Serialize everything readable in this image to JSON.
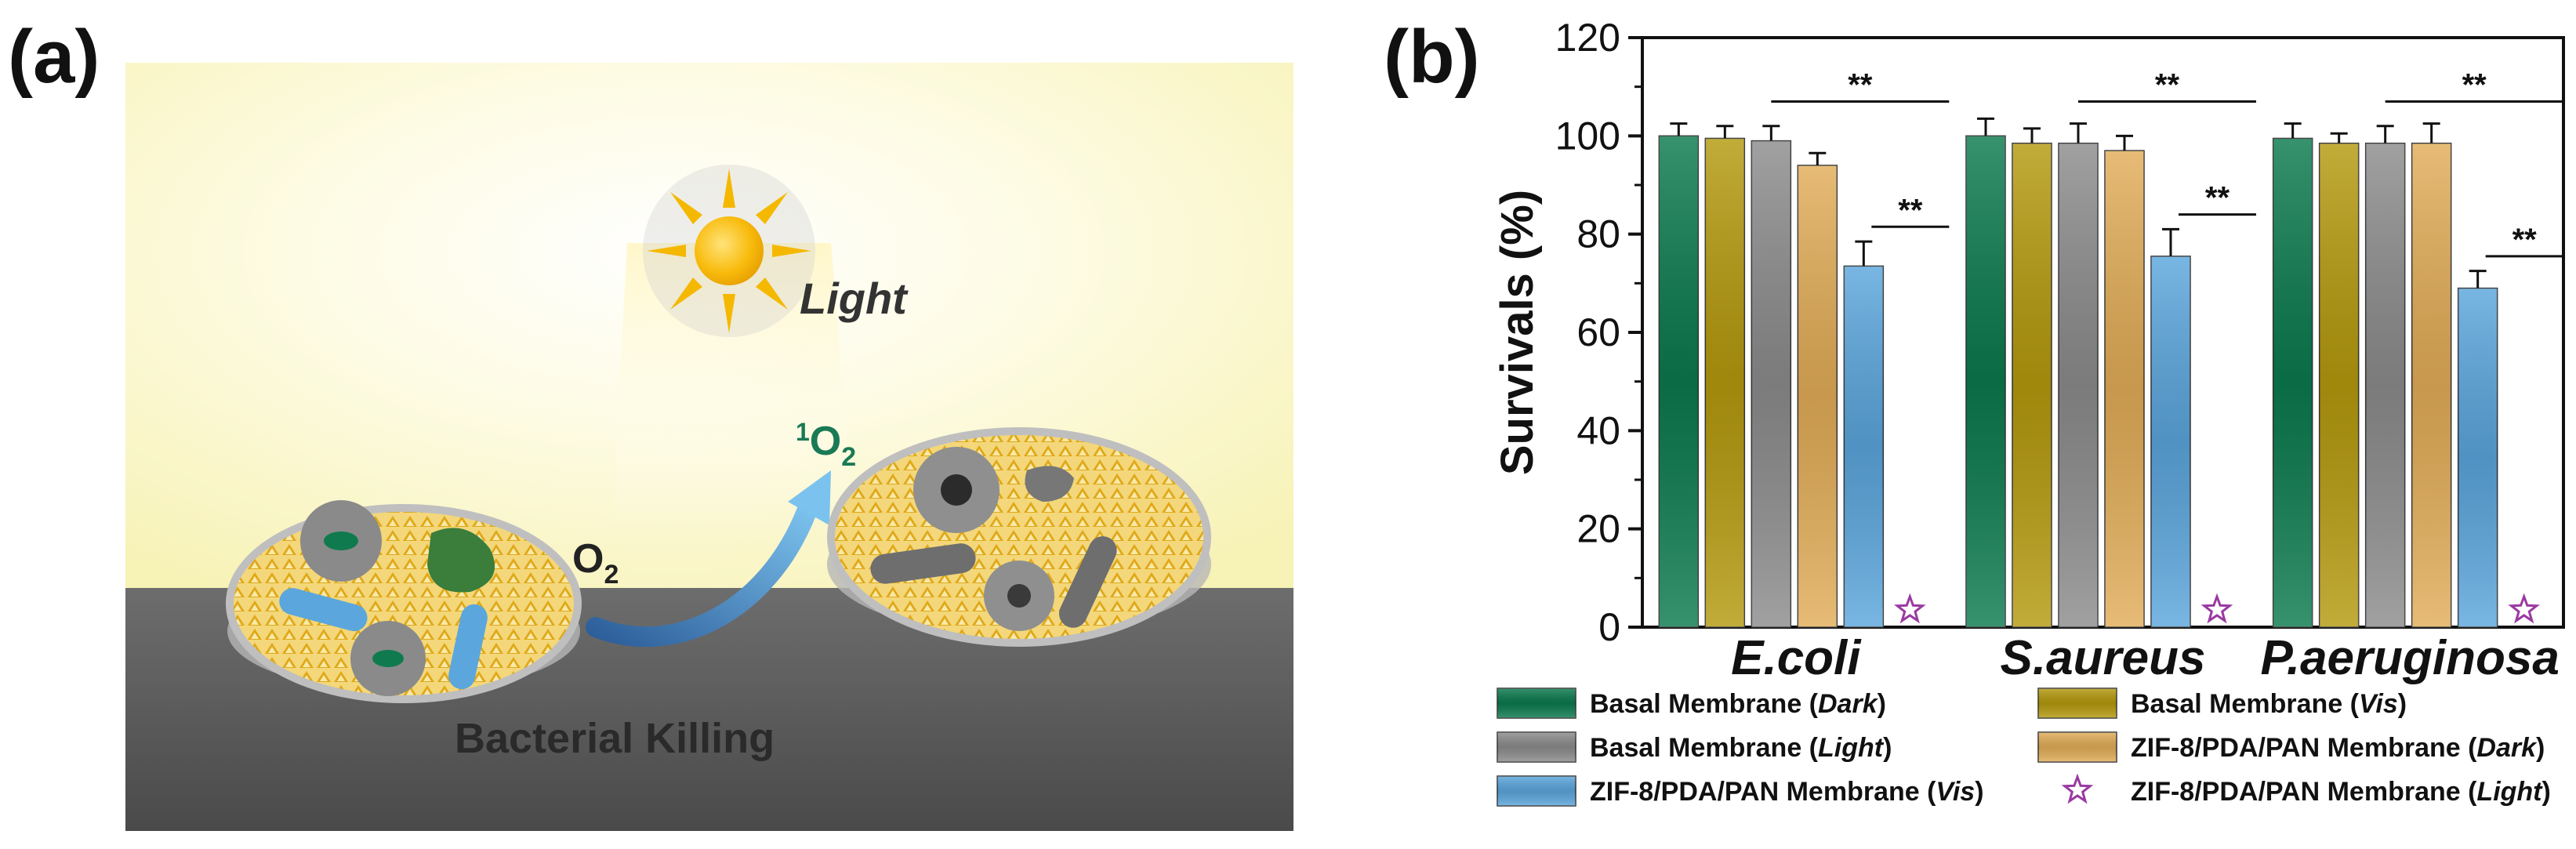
{
  "panel_a": {
    "label": "(a)",
    "light_text": "Light",
    "o2_main": "O",
    "o2_sub": "2",
    "singlet_sup": "1",
    "singlet_main": "O",
    "singlet_sub": "2",
    "caption": "Bacterial Killing",
    "colors": {
      "sky": "#fbf8cf",
      "floor": "#5a5a5a",
      "sun": "#f5b800",
      "membrane": "#e8b830",
      "arrow": "#3b78b5"
    }
  },
  "panel_b": {
    "label": "(b)",
    "significance": "**"
  },
  "chart_data": {
    "type": "bar",
    "ylabel": "Survivals (%)",
    "xlabel": "",
    "ylim": [
      0,
      120
    ],
    "yticks": [
      0,
      20,
      40,
      60,
      80,
      100,
      120
    ],
    "categories": [
      "E.coli",
      "S.aureus",
      "P.aeruginosa"
    ],
    "series": [
      {
        "name": "Basal Membrane (",
        "name_italic": "Dark",
        "name_end": ")",
        "color": "#0b7a4e",
        "values": [
          100,
          100,
          99.5
        ],
        "errors": [
          2.5,
          3.5,
          3
        ]
      },
      {
        "name": "Basal Membrane (",
        "name_italic": "Vis",
        "name_end": ")",
        "color": "#b59a0e",
        "values": [
          99.5,
          98.5,
          98.5
        ],
        "errors": [
          2.5,
          3,
          2
        ]
      },
      {
        "name": "Basal Membrane (",
        "name_italic": "Light",
        "name_end": ")",
        "color": "#8c8c8c",
        "values": [
          99,
          98.5,
          98.5
        ],
        "errors": [
          3,
          4,
          3.5
        ]
      },
      {
        "name": "ZIF-8/PDA/PAN Membrane (",
        "name_italic": "Dark",
        "name_end": ")",
        "color": "#e2ad58",
        "values": [
          94,
          97,
          98.5
        ],
        "errors": [
          2.5,
          3,
          4
        ]
      },
      {
        "name": "ZIF-8/PDA/PAN Membrane (",
        "name_italic": "Vis",
        "name_end": ")",
        "color": "#5ba6dd",
        "values": [
          73.5,
          75.5,
          69
        ],
        "errors": [
          5,
          5.5,
          3.5
        ]
      },
      {
        "name": "ZIF-8/PDA/PAN Membrane (",
        "name_italic": "Light",
        "name_end": ")",
        "color": "#9a3aa2",
        "marker": "star",
        "values": [
          0,
          0,
          0
        ]
      }
    ],
    "grid": false,
    "legend": "bottom"
  }
}
